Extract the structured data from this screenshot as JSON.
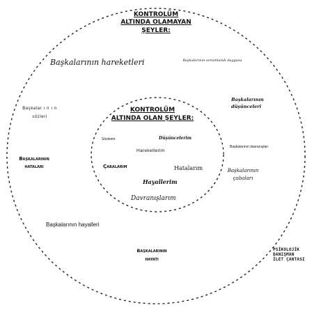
{
  "outer": {
    "title_lines": [
      "KONTROLÜM",
      "ALTINDA OLAMAYAN",
      "ŞEYLER:"
    ],
    "items": [
      "Başkalarının hareketleri",
      "Başkalarının sorumluluk duygusu",
      "Başkalar ı n ı n sözleri",
      "Başkalarının düşünceleri",
      "Başkalarının davranışları",
      "Başkalarının hataları",
      "Başkalarının çabaları",
      "Başkalarının hayalleri",
      "Başkalarının hayatı"
    ]
  },
  "inner": {
    "title_lines": [
      "KONTROLÜM",
      "ALTINDA OLAN ŞEYLER:"
    ],
    "items": [
      "Sözlerim",
      "Düşüncelerim",
      "Hareketlerim",
      "Çabalarım",
      "Hatalarım",
      "Hayallerim",
      "Davranışlarım"
    ]
  },
  "logo": {
    "lines": [
      "PSİKOLOJİK",
      "DANIŞMAN",
      "İLET ÇANTASI"
    ]
  }
}
